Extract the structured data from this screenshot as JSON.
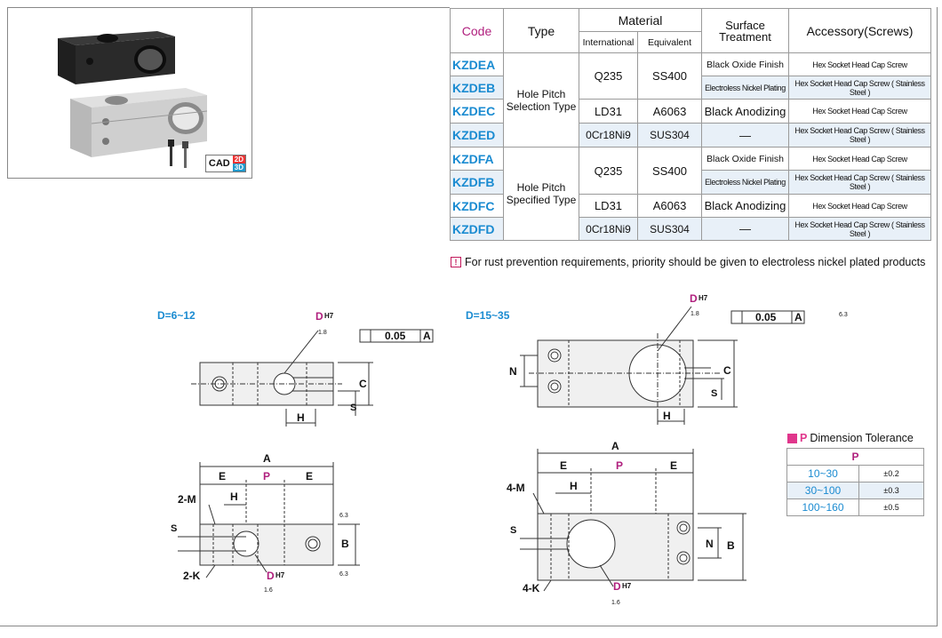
{
  "product": {
    "cad_label": "CAD",
    "cad_2d": "2D",
    "cad_3d": "3D"
  },
  "table": {
    "headers": {
      "code": "Code",
      "type": "Type",
      "material": "Material",
      "international": "International",
      "equivalent": "Equivalent",
      "surface": "Surface Treatment",
      "accessory": "Accessory(Screws)"
    },
    "groups": [
      {
        "type": "Hole Pitch Selection Type",
        "rows": [
          {
            "code": "KZDEA",
            "intl": "Q235",
            "equiv": "SS400",
            "surface": "Black Oxide Finish",
            "acc": "Hex Socket Head Cap Screw"
          },
          {
            "code": "KZDEB",
            "intl": "",
            "equiv": "",
            "surface": "Electroless Nickel Plating",
            "acc": "Hex Socket Head Cap Screw ( Stainless Steel )"
          },
          {
            "code": "KZDEC",
            "intl": "LD31",
            "equiv": "A6063",
            "surface": "Black Anodizing",
            "acc": "Hex Socket Head Cap Screw"
          },
          {
            "code": "KZDED",
            "intl": "0Cr18Ni9",
            "equiv": "SUS304",
            "surface": "—",
            "acc": "Hex Socket Head Cap Screw ( Stainless Steel )"
          }
        ]
      },
      {
        "type": "Hole Pitch Specified Type",
        "rows": [
          {
            "code": "KZDFA",
            "intl": "Q235",
            "equiv": "SS400",
            "surface": "Black Oxide Finish",
            "acc": "Hex Socket Head Cap Screw"
          },
          {
            "code": "KZDFB",
            "intl": "",
            "equiv": "",
            "surface": "Electroless Nickel Plating",
            "acc": "Hex Socket Head Cap Screw ( Stainless Steel )"
          },
          {
            "code": "KZDFC",
            "intl": "LD31",
            "equiv": "A6063",
            "surface": "Black Anodizing",
            "acc": "Hex Socket Head Cap Screw"
          },
          {
            "code": "KZDFD",
            "intl": "0Cr18Ni9",
            "equiv": "SUS304",
            "surface": "—",
            "acc": "Hex Socket Head Cap Screw ( Stainless Steel )"
          }
        ]
      }
    ]
  },
  "note": "For rust prevention requirements, priority should be given to electroless nickel plated products",
  "drawings": {
    "left_title": "D=6~12",
    "right_title": "D=15~35",
    "labels": {
      "D": "D",
      "H7": "H7",
      "r18": "1.8",
      "tol": "0.05",
      "datum": "A",
      "C": "C",
      "S": "S",
      "H": "H",
      "A": "A",
      "E": "E",
      "P": "P",
      "B": "B",
      "M2": "2-M",
      "K2": "2-K",
      "M4": "4-M",
      "K4": "4-K",
      "N": "N",
      "r63": "6.3",
      "r16": "1.6"
    }
  },
  "tolerance": {
    "title_p": "P",
    "title_rest": "Dimension Tolerance",
    "header": "P",
    "rows": [
      {
        "range": "10~30",
        "tol": "±0.2"
      },
      {
        "range": "30~100",
        "tol": "±0.3"
      },
      {
        "range": "100~160",
        "tol": "±0.5"
      }
    ]
  },
  "colors": {
    "accent_blue": "#1a8bd1",
    "accent_magenta": "#b0207e",
    "row_shade": "#e8f0f8"
  }
}
